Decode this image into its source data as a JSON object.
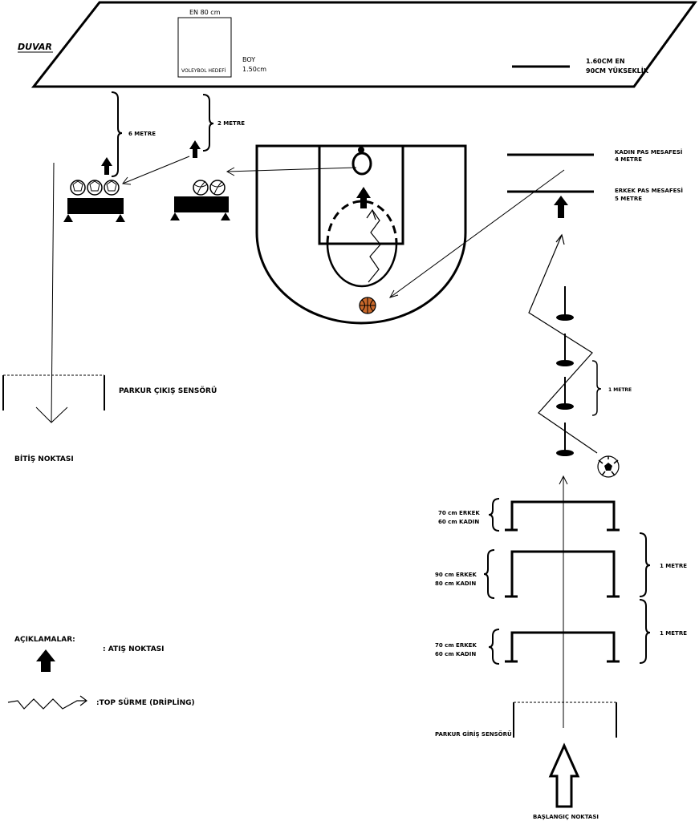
{
  "wall": {
    "label": "DUVAR",
    "target_width": "EN 80 cm",
    "target_name": "VOLEYBOL HEDEFİ",
    "target_height_label": "BOY",
    "target_height_value": "1.50cm",
    "line_size_1": "1.60CM EN",
    "line_size_2": "90CM YÜKSEKLİK"
  },
  "stations": {
    "distance_6": "6 METRE",
    "distance_2": "2 METRE"
  },
  "passing": {
    "women_1": "KADIN PAS MESAFESİ",
    "women_2": "4 METRE",
    "men_1": "ERKEK PAS MESAFESİ",
    "men_2": "5 METRE"
  },
  "slalom": {
    "spacing": "1 METRE"
  },
  "hurdles": [
    {
      "men": "70 cm ERKEK",
      "women": "60 cm KADIN"
    },
    {
      "men": "90 cm ERKEK",
      "women": "80 cm KADIN",
      "gap": "1 METRE"
    },
    {
      "men": "70 cm ERKEK",
      "women": "60 cm KADIN",
      "gap": "1 METRE"
    }
  ],
  "sensors": {
    "exit": "PARKUR ÇIKIŞ SENSÖRÜ",
    "entry": "PARKUR GİRİŞ SENSÖRÜ"
  },
  "points": {
    "finish": "BİTİŞ NOKTASI",
    "start": "BAŞLANGIÇ NOKTASI"
  },
  "legend": {
    "title": "AÇIKLAMALAR:",
    "shooting_point": ": ATIŞ NOKTASI",
    "dribbling": ":TOP SÜRME (DRİPLİNG)"
  }
}
